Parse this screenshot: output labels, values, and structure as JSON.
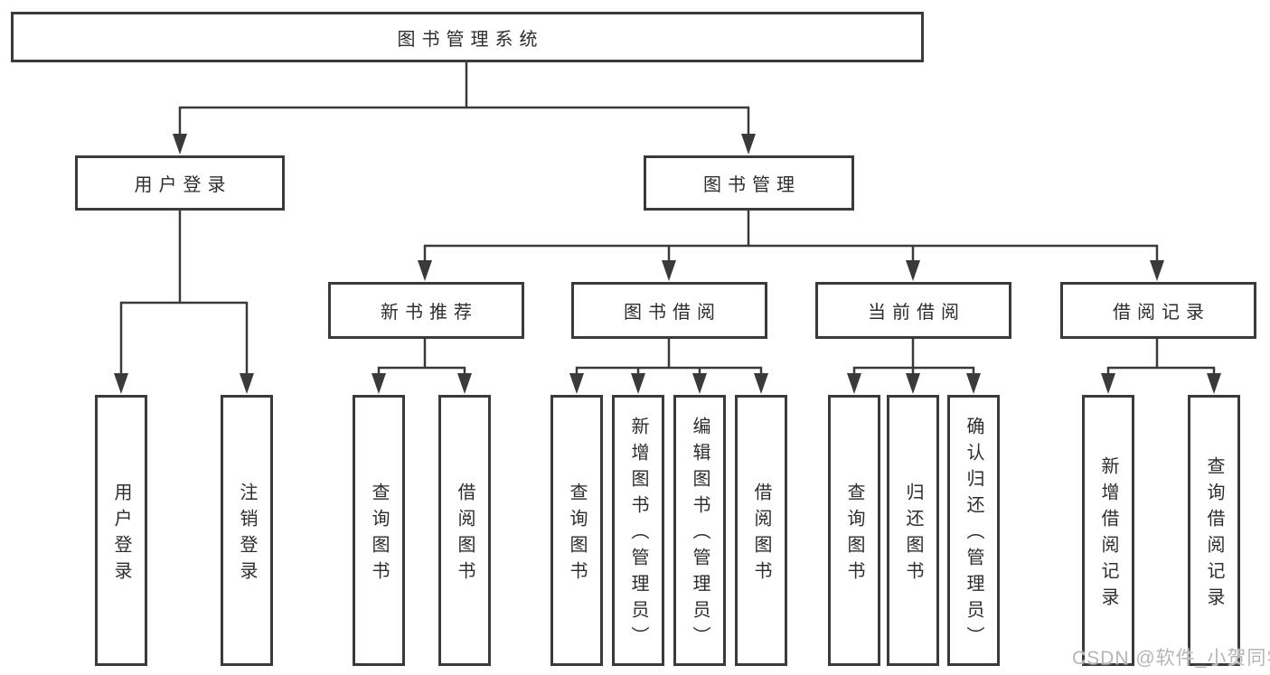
{
  "root": {
    "label": "图书管理系统"
  },
  "level2": {
    "user_login": {
      "label": "用户登录",
      "children": [
        "用户登录",
        "注销登录"
      ]
    },
    "book_mgmt": {
      "label": "图书管理"
    }
  },
  "level3": {
    "new_books": {
      "label": "新书推荐",
      "children": [
        "查询图书",
        "借阅图书"
      ]
    },
    "borrowing": {
      "label": "图书借阅",
      "children": [
        "查询图书",
        "新增图书（管理员）",
        "编辑图书（管理员）",
        "借阅图书"
      ]
    },
    "current": {
      "label": "当前借阅",
      "children": [
        "查询图书",
        "归还图书",
        "确认归还（管理员）"
      ]
    },
    "records": {
      "label": "借阅记录",
      "children": [
        "新增借阅记录",
        "查询借阅记录"
      ]
    }
  },
  "watermark": "CSDN @软件_小贺同学",
  "colors": {
    "line": "#3a3a3a",
    "text": "#2d2d2d",
    "box_background": "#ffffff",
    "watermark": "#b5b5b5",
    "page_background": "#ffffff"
  }
}
